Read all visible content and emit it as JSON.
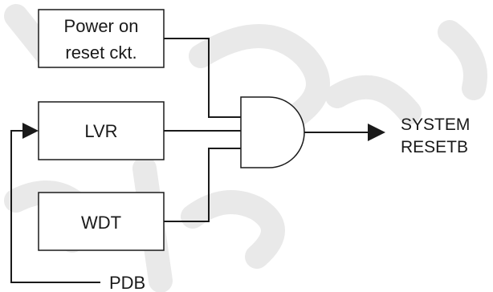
{
  "diagram": {
    "blocks": {
      "por": {
        "line1": "Power on",
        "line2": "reset ckt."
      },
      "lvr": {
        "label": "LVR"
      },
      "wdt": {
        "label": "WDT"
      }
    },
    "gate": {
      "type": "AND"
    },
    "output": {
      "line1": "SYSTEM",
      "line2": "RESETB"
    },
    "feedback": {
      "label": "PDB"
    }
  }
}
